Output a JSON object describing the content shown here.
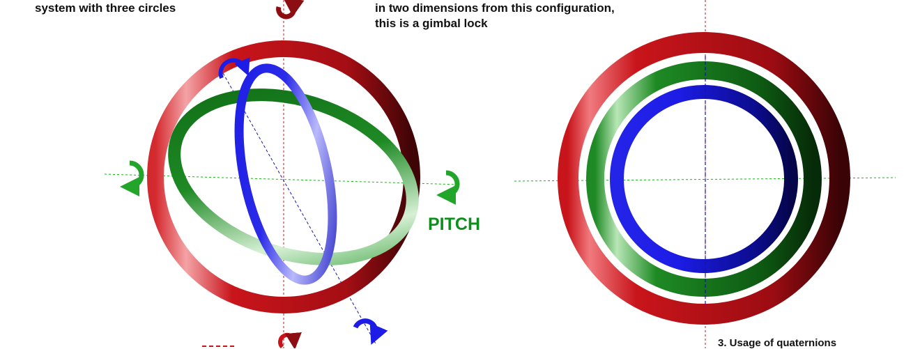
{
  "captions": {
    "left_fragment": "system with three circles",
    "middle_line_1": "in two dimensions from this configuration,",
    "middle_line_2": "this is a gimbal lock",
    "bottom_right": "3. Usage of quaternions"
  },
  "labels": {
    "pitch": "PITCH"
  },
  "colors": {
    "red_ring": "#c8151b",
    "red_ring_dark": "#4a0508",
    "green_ring": "#1e8a24",
    "green_ring_dark": "#0a3d0e",
    "blue_ring": "#1c1ce6",
    "blue_ring_dark": "#06065e",
    "green_axis": "#22aa22",
    "blue_axis": "#1515aa",
    "red_axis": "#aa2222"
  },
  "diagrams": [
    {
      "name": "three-circle gimbal (unlocked)",
      "rings": [
        "red",
        "green",
        "blue"
      ],
      "rotation_arrows": [
        "red top",
        "red bottom",
        "green left",
        "green right",
        "blue top-left",
        "blue bottom-right"
      ]
    },
    {
      "name": "gimbal lock (all rings coplanar)",
      "rings": [
        "red",
        "green",
        "blue"
      ]
    }
  ]
}
